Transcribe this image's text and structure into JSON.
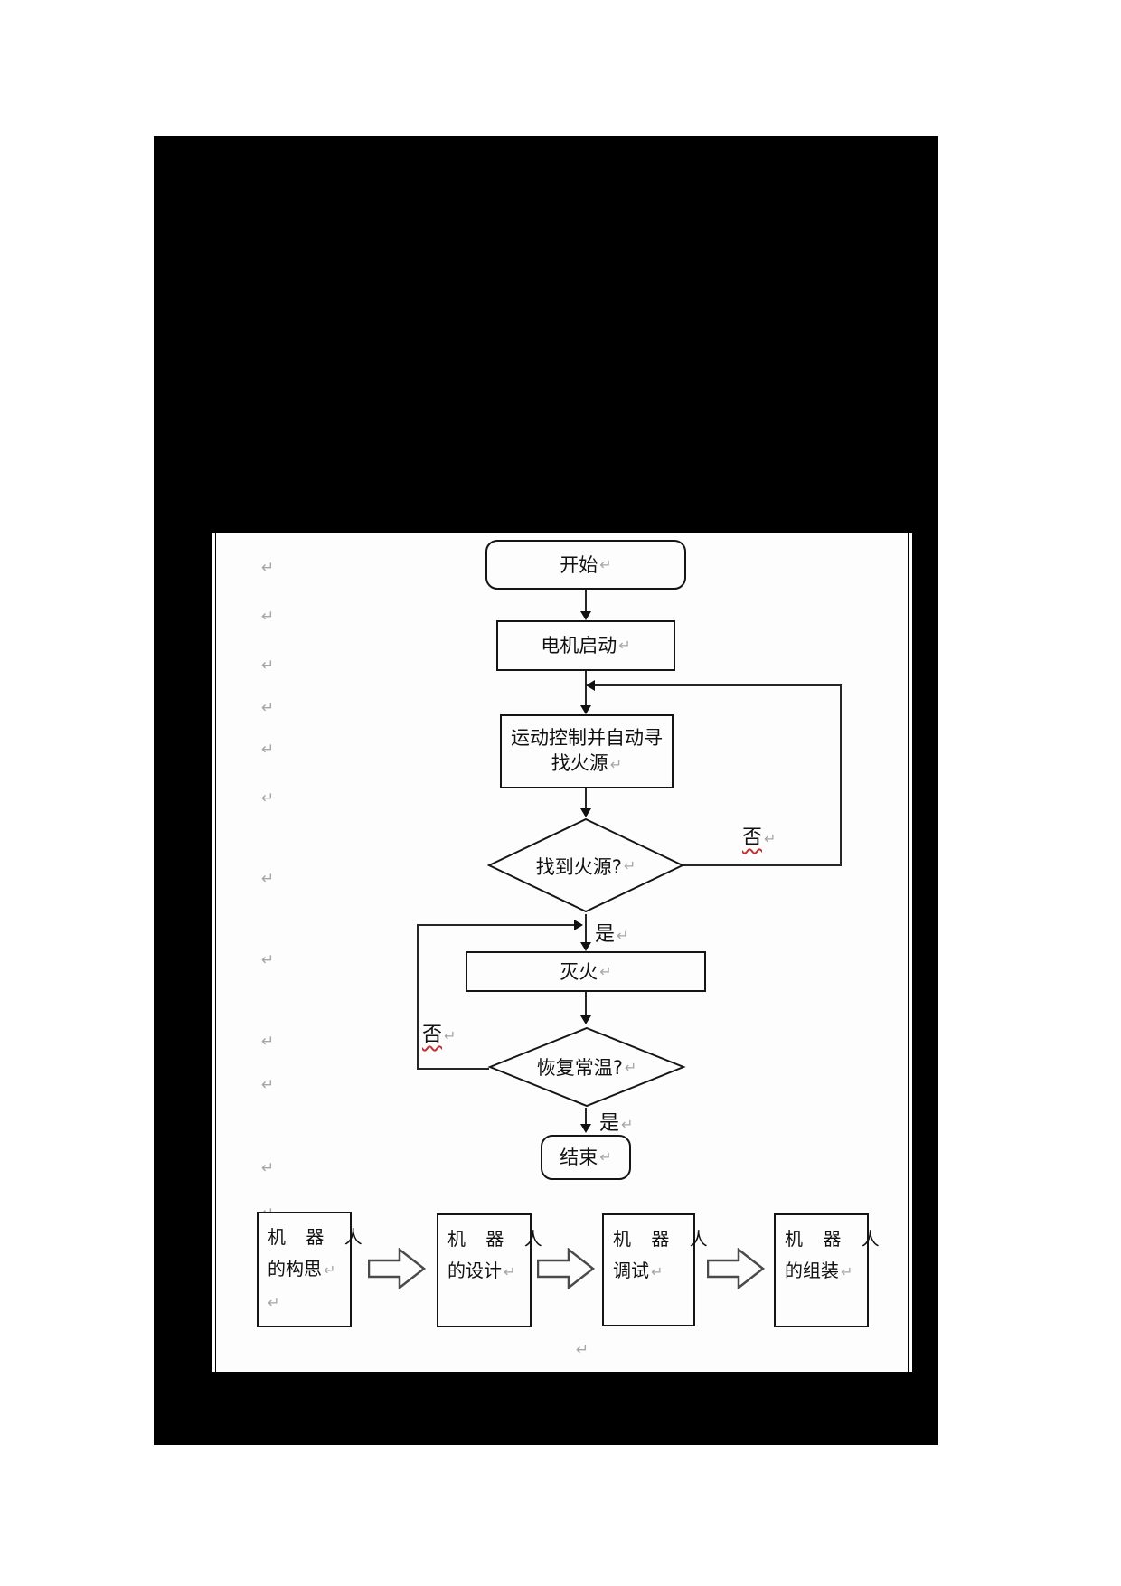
{
  "glyphs": {
    "return_mark": "↵"
  },
  "colors": {
    "panel": "#000000",
    "document": "#fdfdfd",
    "line": "#262626",
    "spellcheck": "#c43030",
    "return_mark": "#a6a6a6"
  },
  "flowchart": {
    "start": "开始",
    "motor_start": "电机启动",
    "search_line1": "运动控制并自动寻",
    "search_line2": "找火源",
    "found_fire": "找到火源?",
    "yes_found": "是",
    "no_found": "否",
    "extinguish": "灭火",
    "normal_temp": "恢复常温?",
    "yes_temp": "是",
    "no_temp": "否",
    "end": "结束"
  },
  "process_row": {
    "boxes": [
      {
        "line1": "机 器 人",
        "line2": "的构思"
      },
      {
        "line1": "机 器 人",
        "line2": "的设计"
      },
      {
        "line1": "机 器 人",
        "line2": "调试"
      },
      {
        "line1": "机 器 人",
        "line2": "的组装"
      }
    ]
  }
}
